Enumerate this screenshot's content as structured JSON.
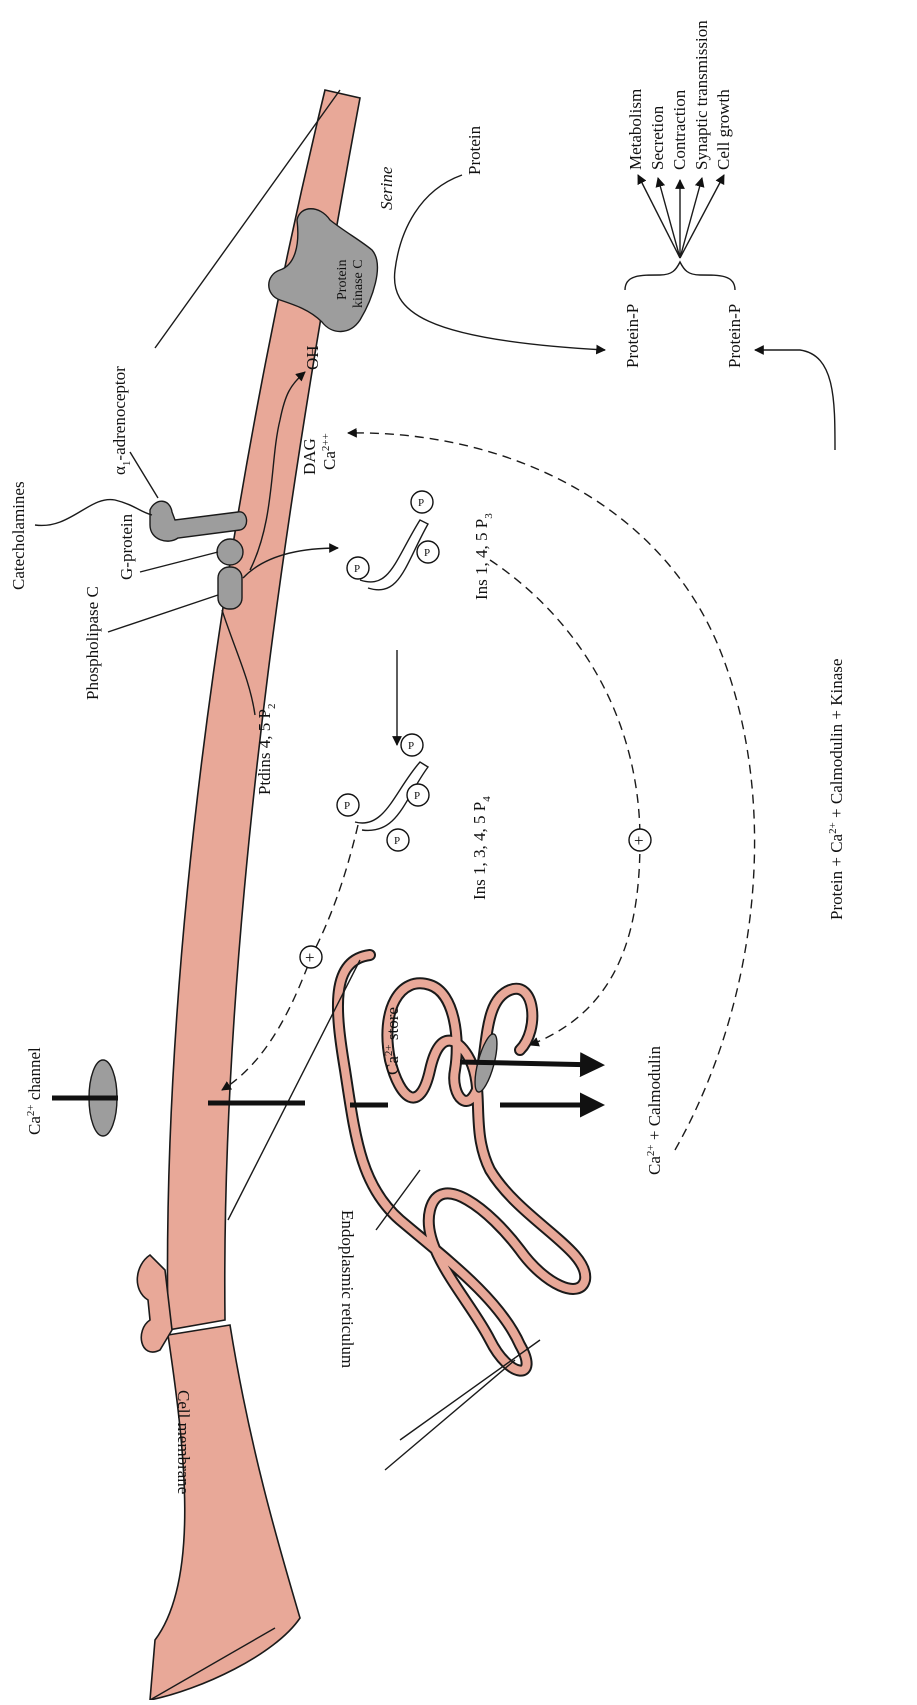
{
  "labels": {
    "catecholamines": "Catecholamines",
    "alpha_prefix": "α",
    "alpha_sub": "1",
    "alpha_rest": "-adrenoceptor",
    "phospholipase": "Phospholipase C",
    "gprotein": "G-protein",
    "ptdins": "Ptdins 4, 5 P",
    "ptdins_sub": "2",
    "ip4": "Ins 1, 3, 4, 5 P",
    "ip4_sub": "4",
    "ip3": "Ins 1, 4, 5 P",
    "ip3_sub": "3",
    "dag": "DAG",
    "ca_dag": "Ca",
    "ca_dag_sup": "2++",
    "oh": "OH",
    "pkc_line1": "Protein",
    "pkc_line2": "kinase C",
    "serine": "Serine",
    "protein": "Protein",
    "protein_p1": "Protein-P",
    "protein_p2": "Protein-P",
    "effect_1": "Metabolism",
    "effect_2": "Secretion",
    "effect_3": "Contraction",
    "effect_4": "Synaptic transmission",
    "effect_5": "Cell growth",
    "bottom_eq_1": "Protein + Ca",
    "bottom_eq_sup": "2+",
    "bottom_eq_2": " + Calmodulin + Kinase",
    "ca_channel": "Ca",
    "ca_channel_sup": "2+",
    "ca_channel_rest": " channel",
    "ca_store": "Ca",
    "ca_store_sup": "2+",
    "ca_store_rest": " store",
    "ca_calmodulin": "Ca",
    "ca_calmodulin_sup": "2+",
    "ca_calmodulin_rest": " + Calmodulin",
    "cell_membrane": "Cell membrane",
    "er": "Endoplasmic reticulum",
    "phosphate": "P",
    "plus": "+"
  },
  "colors": {
    "membrane": "#e8a898",
    "grey_protein": "#9d9d9d",
    "ink": "#1a1a1a"
  }
}
